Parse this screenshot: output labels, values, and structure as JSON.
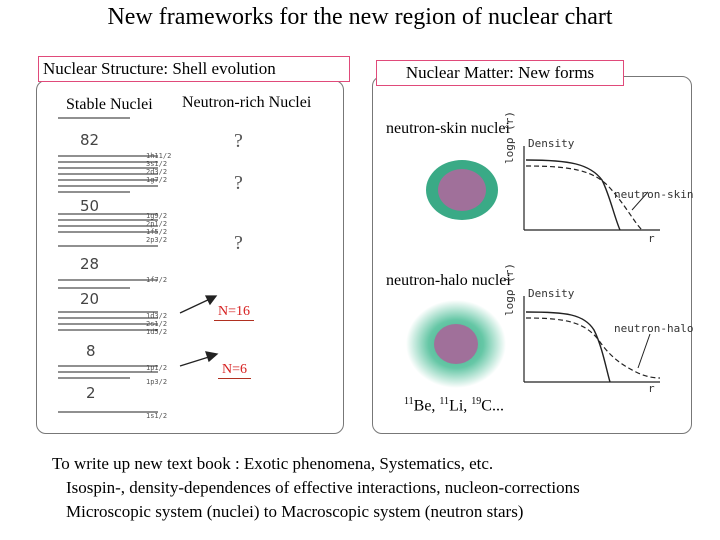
{
  "title": "New frameworks for the new region of nuclear chart",
  "left": {
    "header": "Nuclear Structure: Shell evolution",
    "stable_label": "Stable Nuclei",
    "neutron_rich_label": "Neutron-rich Nuclei",
    "question_mark": "?",
    "magic_numbers": [
      "82",
      "50",
      "28",
      "20",
      "8",
      "2"
    ],
    "level_labels": {
      "l82": [
        "1h11/2",
        "3s1/2",
        "2d3/2",
        "1g7/2"
      ],
      "l50": [
        "1g9/2",
        "2p1/2",
        "1f5/2",
        "2p3/2"
      ],
      "l28": [
        "1f7/2"
      ],
      "l20": [
        "1d3/2",
        "2s1/2",
        "1d5/2"
      ],
      "l8": [
        "1p1/2",
        "1p3/2"
      ],
      "l2": [
        "1s1/2"
      ]
    },
    "n16_label": "N=16",
    "n6_label": "N=6"
  },
  "right": {
    "header": "Nuclear Matter: New forms",
    "skin_label": "neutron-skin nuclei",
    "halo_label": "neutron-halo nuclei",
    "density_label": "Density",
    "log_axis_label": "logρ (r)",
    "r_label": "r",
    "skin_curve_label": "neutron-skin",
    "halo_curve_label": "neutron-halo",
    "examples": {
      "be_mass": "11",
      "be": "Be, ",
      "li_mass": "11",
      "li": "Li, ",
      "c_mass": "19",
      "c": "C..."
    }
  },
  "bottom": {
    "line1": "To write up new text book : Exotic phenomena, Systematics, etc.",
    "line2": "Isospin-, density-dependences of effective interactions, nucleon-corrections",
    "line3": "Microscopic system (nuclei) to Macroscopic system (neutron stars)"
  },
  "colors": {
    "header_border": "#e04a7a",
    "accent_red": "#d62020",
    "halo_green": "#3aaa86",
    "core_purple": "#a0709a"
  }
}
